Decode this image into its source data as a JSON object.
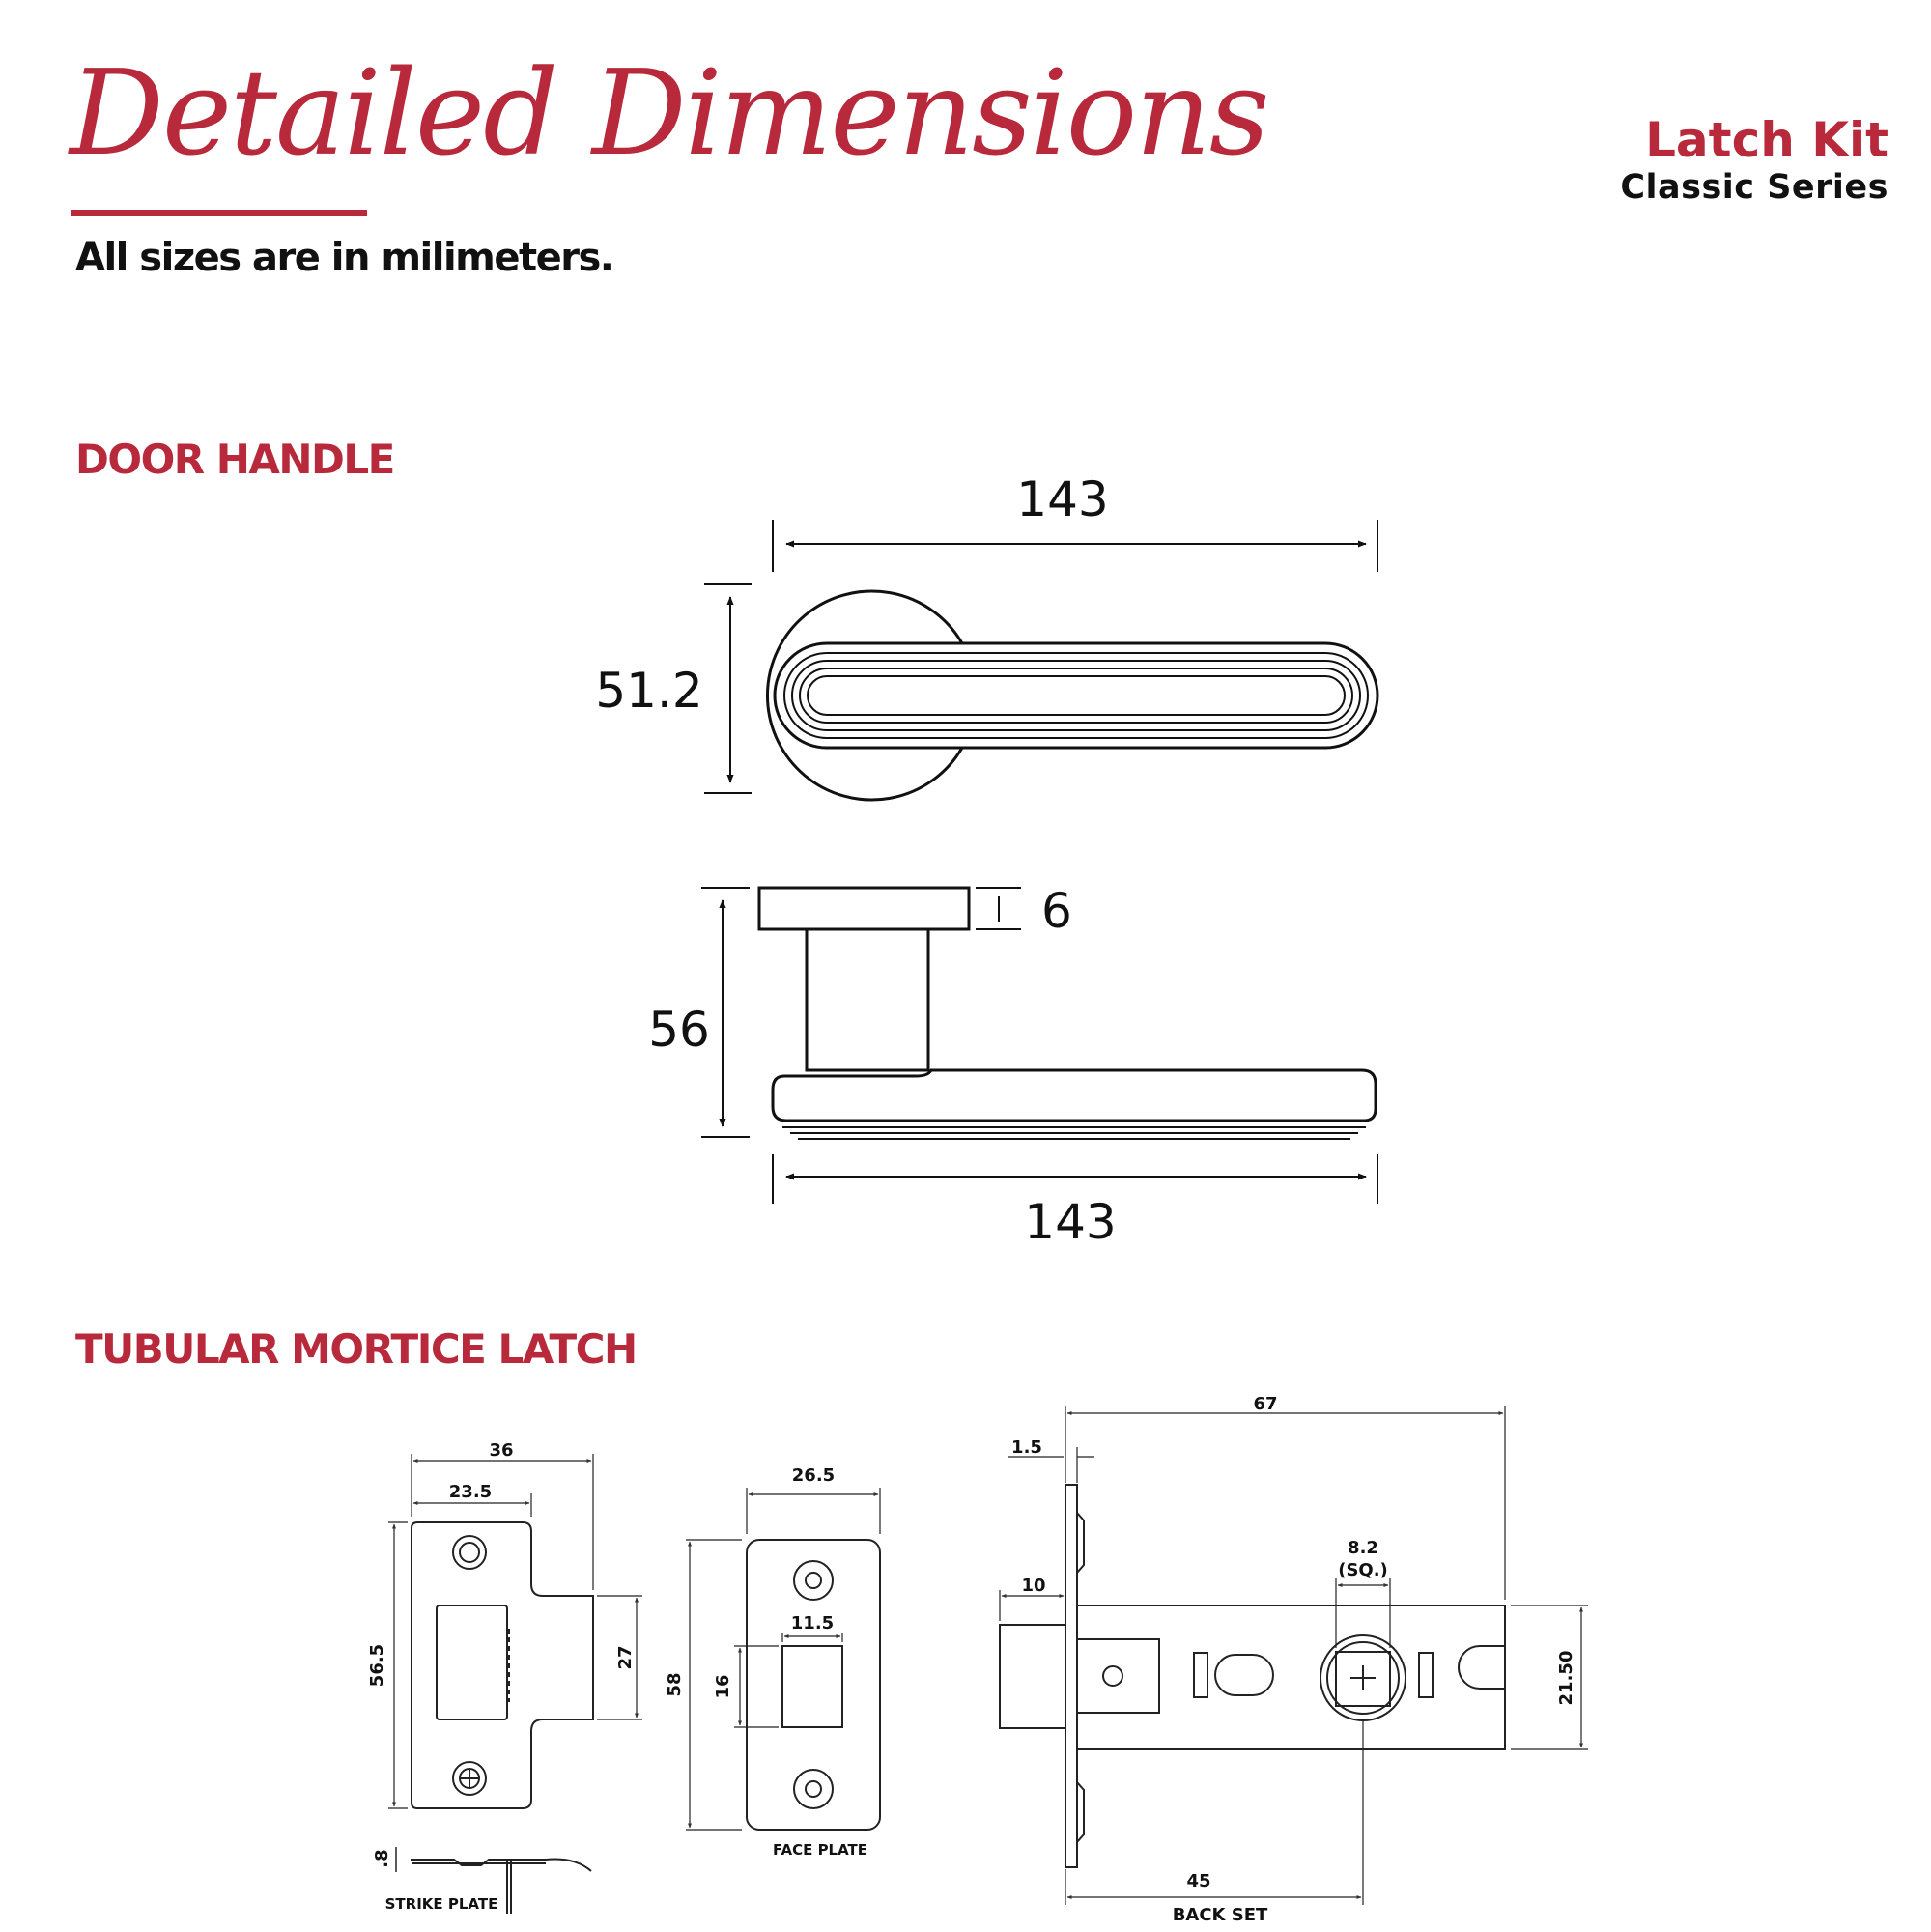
{
  "header": {
    "title": "Detailed Dimensions",
    "subtitle": "All sizes are in milimeters.",
    "product_name": "Latch Kit",
    "product_series": "Classic Series"
  },
  "sections": {
    "door_handle": "DOOR HANDLE",
    "tubular_mortice_latch": "TUBULAR MORTICE LATCH"
  },
  "door_handle": {
    "top_view": {
      "length": "143",
      "height": "51.2"
    },
    "side_view": {
      "rose_thickness": "6",
      "projection": "56",
      "length": "143"
    }
  },
  "latch": {
    "strike_plate": {
      "label": "STRIKE PLATE",
      "width": "36",
      "lip_offset": "23.5",
      "height": "56.5",
      "tongue_height": "27",
      "thickness": ".8"
    },
    "face_plate": {
      "label": "FACE PLATE",
      "width": "26.5",
      "height": "58",
      "bolt_width": "11.5",
      "bolt_height": "16"
    },
    "latch_body": {
      "overall_length": "67",
      "plate_thickness": "1.5",
      "bolt_projection": "10",
      "spindle_size": "8.2",
      "spindle_note": "(SQ.)",
      "body_height": "21.50",
      "backset": "45",
      "backset_label": "BACK SET"
    }
  }
}
